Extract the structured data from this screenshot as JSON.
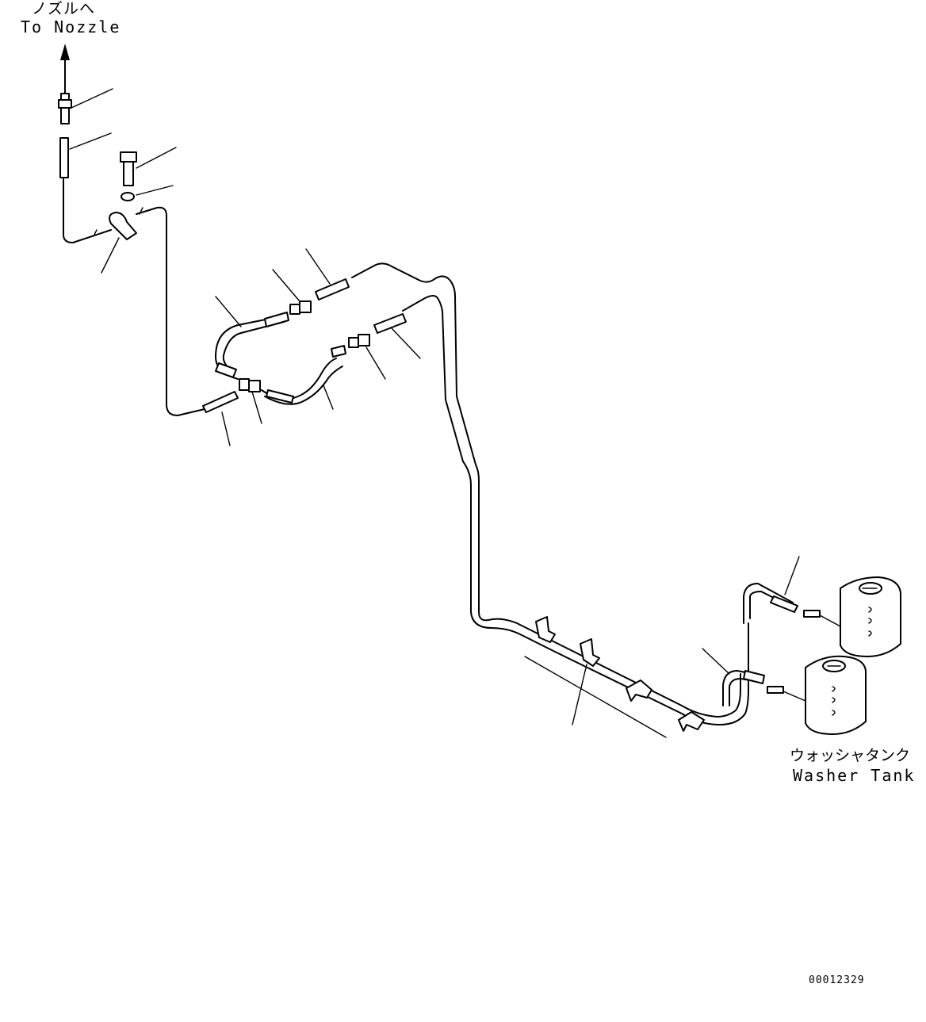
{
  "labels": {
    "to_nozzle_jp": "ノズルへ",
    "to_nozzle_en": "To Nozzle",
    "washer_tank_jp": "ウォッシャタンク",
    "washer_tank_en": "Washer Tank",
    "drawing_code": "00012329"
  },
  "icons": {
    "flow_arrow": "arrow-up-icon",
    "tank_upper": "washer-tank-icon",
    "tank_lower": "washer-tank-icon"
  },
  "colors": {
    "line": "#000000",
    "background": "#ffffff"
  }
}
